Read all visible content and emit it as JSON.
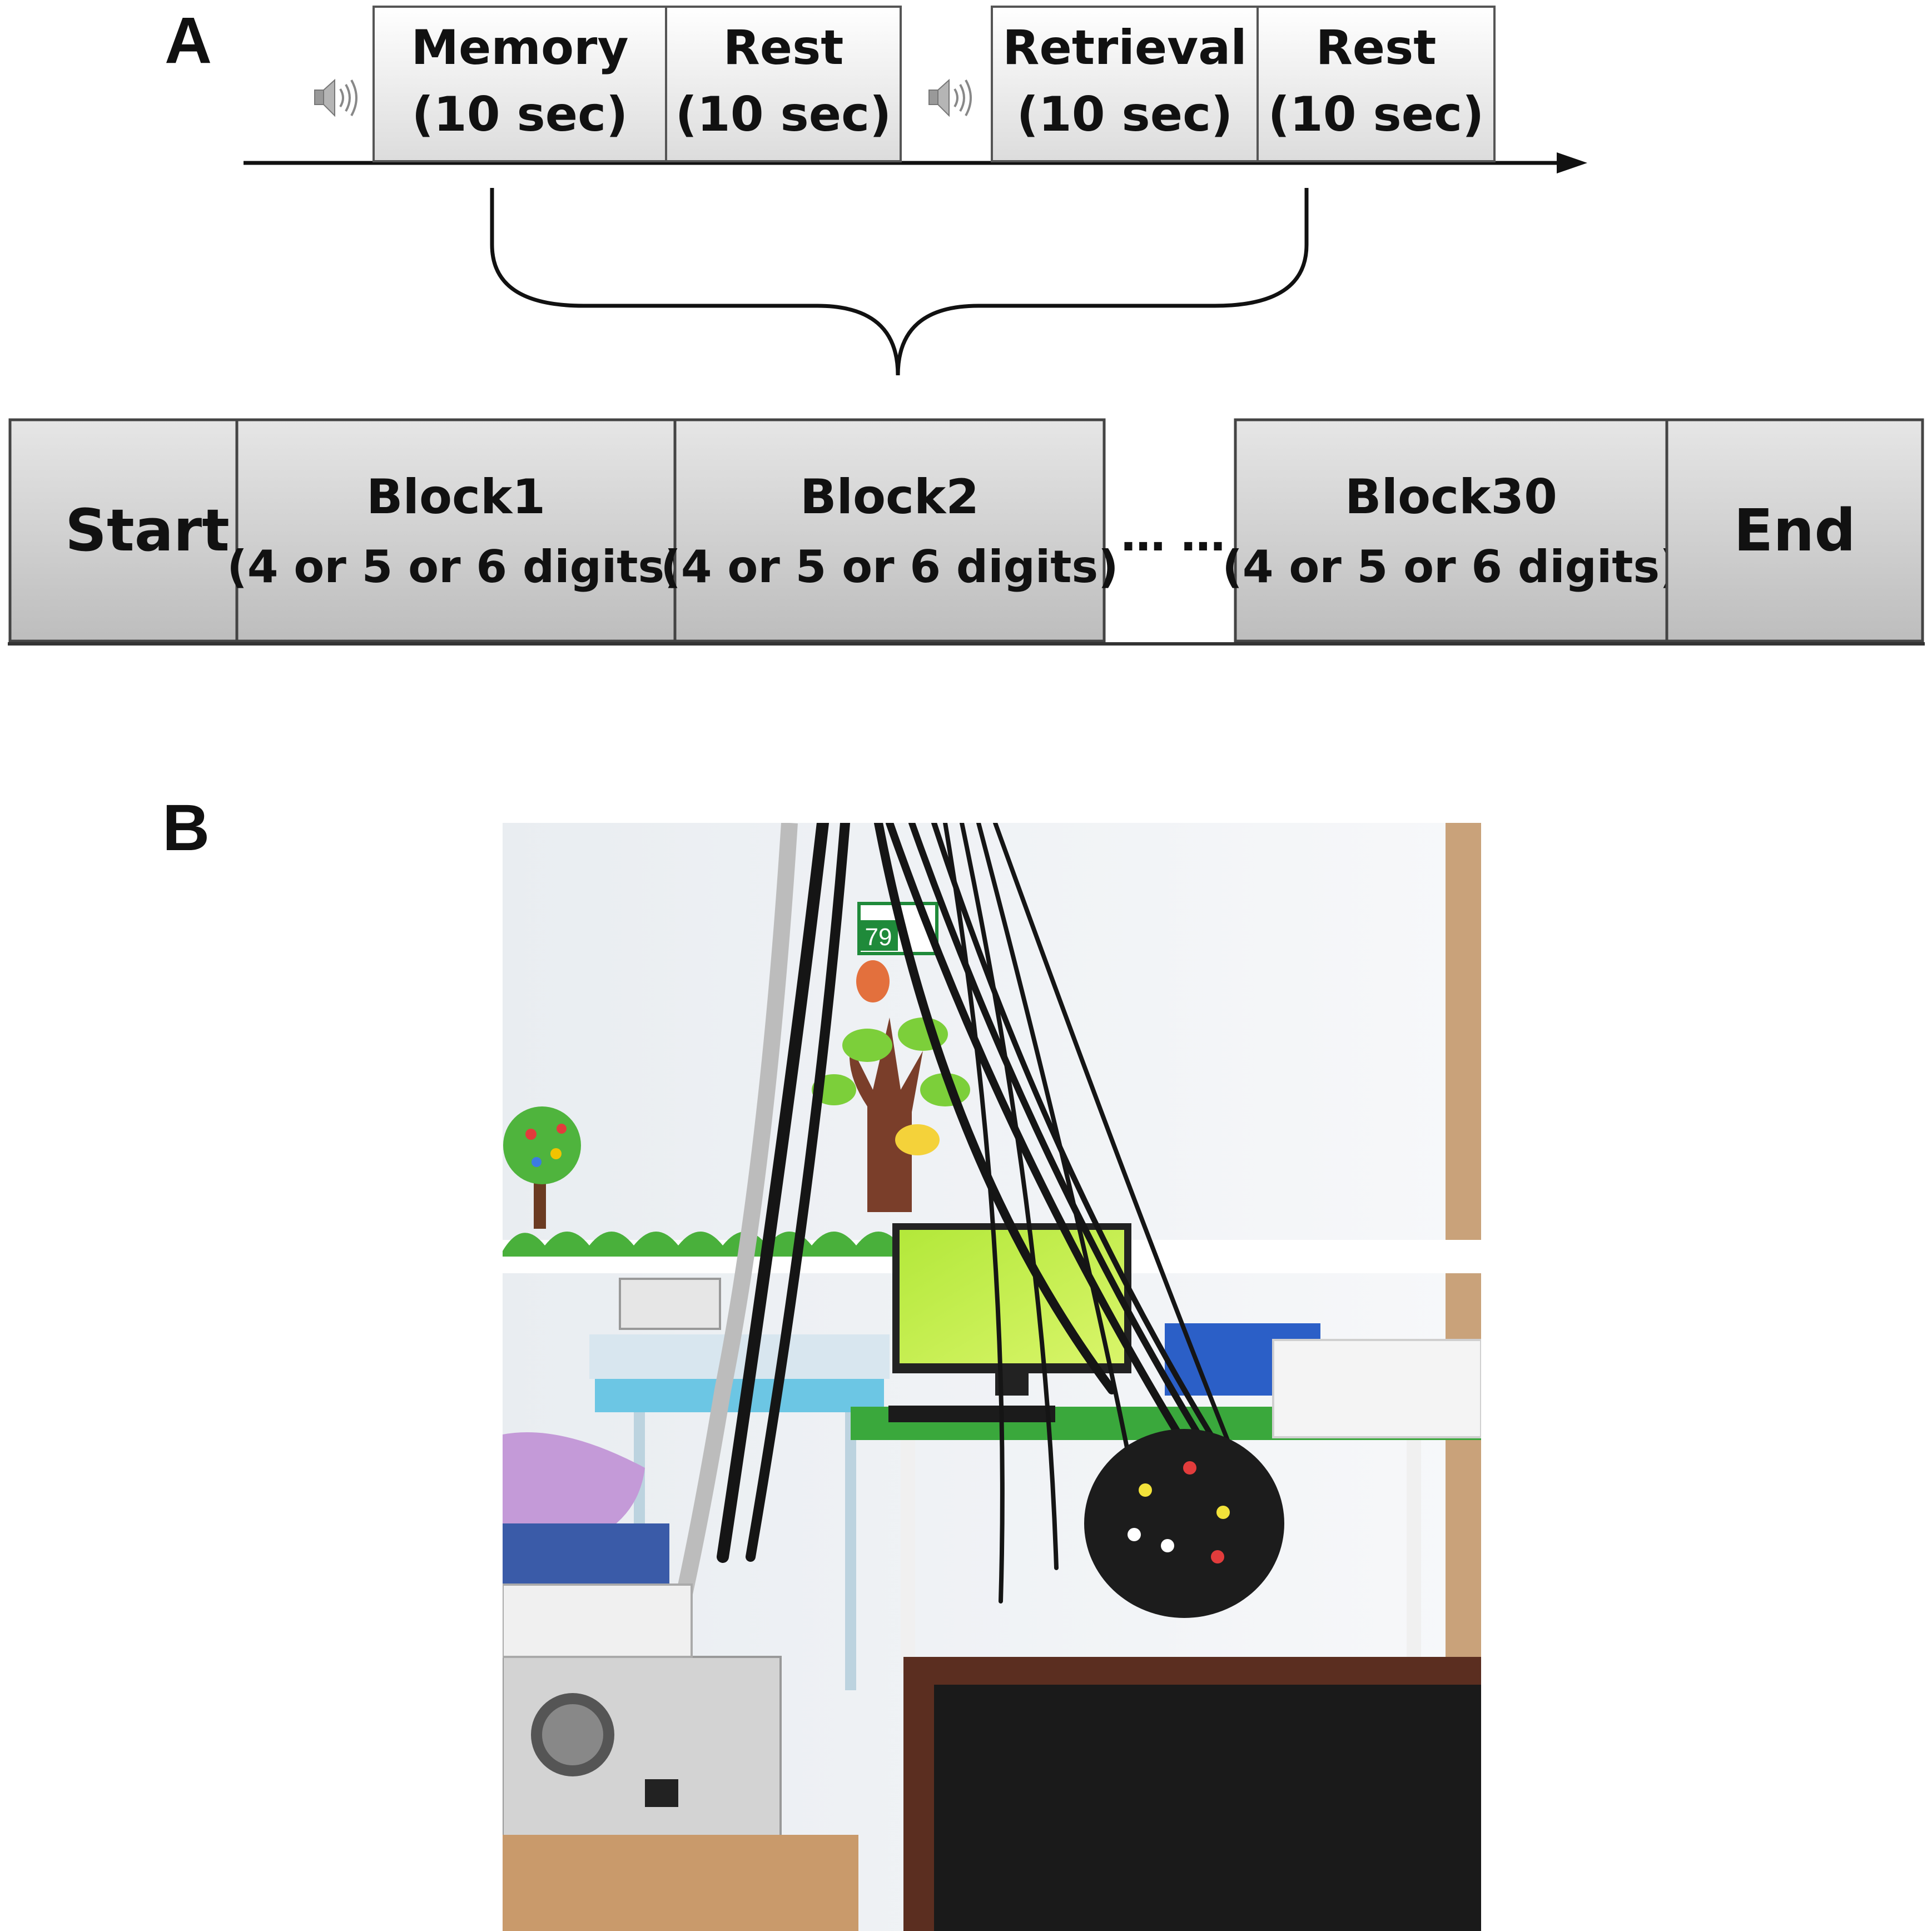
{
  "panel_a": {
    "label": "A",
    "timeline": [
      {
        "line1": "Memory",
        "line2": "(10 sec)"
      },
      {
        "line1": "Rest",
        "line2": "(10 sec)"
      },
      {
        "line1": "Retrieval",
        "line2": "(10 sec)"
      },
      {
        "line1": "Rest",
        "line2": "(10 sec)"
      }
    ],
    "sequence": {
      "start": "Start",
      "blocks": [
        {
          "line1": "Block1",
          "line2": "(4 or 5 or 6 digits)"
        },
        {
          "line1": "Block2",
          "line2": "(4 or 5 or 6 digits)"
        },
        {
          "line1": "Block30",
          "line2": "(4 or 5 or 6 digits)"
        }
      ],
      "ellipsis": "… …",
      "end": "End"
    },
    "icons": [
      "speaker-icon",
      "speaker-icon"
    ]
  },
  "panel_b": {
    "label": "B",
    "sign_number": "79",
    "colors": {
      "wall": "#eef1f4",
      "screen": "#c7f04a",
      "table": "#3aa83c",
      "grass": "#49b03b",
      "chair": "#5b2e20"
    }
  }
}
